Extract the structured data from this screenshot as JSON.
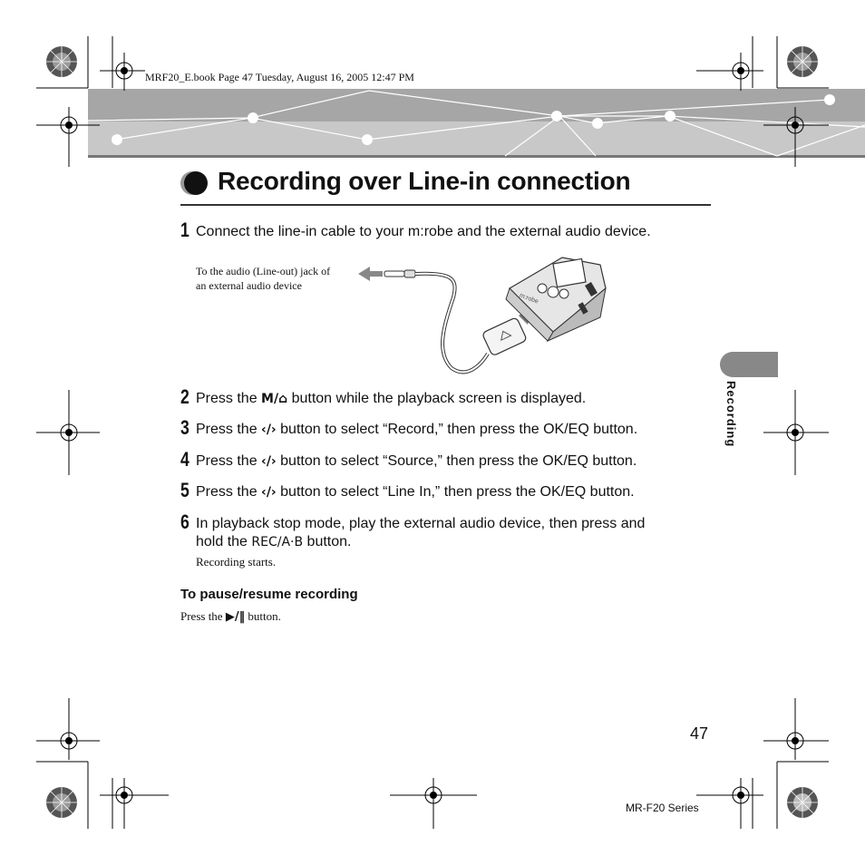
{
  "header": {
    "book_info": "MRF20_E.book  Page 47  Tuesday, August 16, 2005  12:47 PM"
  },
  "title": "Recording over Line-in connection",
  "steps": [
    {
      "num": "1",
      "text": "Connect the line-in cable to your m:robe and the external audio device."
    },
    {
      "num": "2",
      "pre": "Press the",
      "button": "M/⌂",
      "post": "button while the playback screen is displayed."
    },
    {
      "num": "3",
      "pre": "Press the",
      "button": "‹/›",
      "post": "button to select “Record,” then press the OK/EQ button."
    },
    {
      "num": "4",
      "pre": "Press the",
      "button": "‹/›",
      "post": "button to select “Source,” then press the OK/EQ button."
    },
    {
      "num": "5",
      "pre": "Press the",
      "button": "‹/›",
      "post": "button to select “Line In,” then press the OK/EQ button."
    },
    {
      "num": "6",
      "line1": "In playback stop mode, play the external audio device, then press and",
      "pre": "hold the",
      "button": "REC/A·B",
      "post": "button."
    }
  ],
  "diagram": {
    "note_line1": "To the audio (Line-out) jack of",
    "note_line2": "an external audio device",
    "device_label": "m:robe"
  },
  "step6_note": "Recording starts.",
  "pause": {
    "heading": "To pause/resume recording",
    "pre": "Press the",
    "button": "▶/‖",
    "post": "button."
  },
  "side_tab_label": "Recording",
  "page_number": "47",
  "series": "MR-F20 Series"
}
